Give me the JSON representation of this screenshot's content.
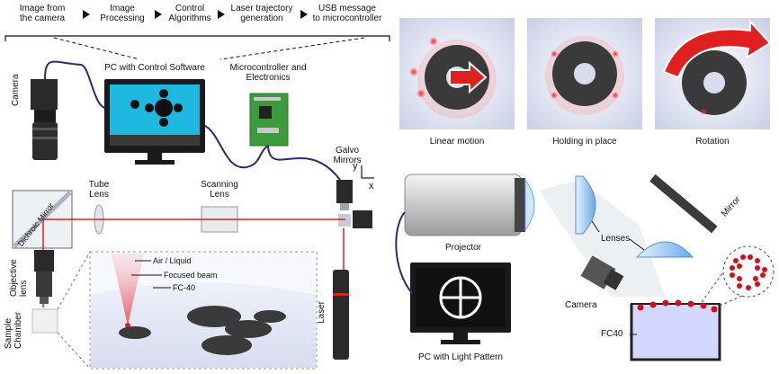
{
  "pipeline": {
    "steps": [
      {
        "l1": "Image from",
        "l2": "the camera"
      },
      {
        "l1": "Image",
        "l2": "Processing"
      },
      {
        "l1": "Control",
        "l2": "Algorithms"
      },
      {
        "l1": "Laser trajectory",
        "l2": "generation"
      },
      {
        "l1": "USB message",
        "l2": "to microcontroller"
      }
    ]
  },
  "left": {
    "pc_label": "PC with Control Software",
    "micro_label_1": "Microcontroller and",
    "micro_label_2": "Electronics",
    "camera": "Camera",
    "galvo_1": "Galvo",
    "galvo_2": "Mirrors",
    "axis_y": "y",
    "axis_x": "x",
    "tube_1": "Tube",
    "tube_2": "Lens",
    "scan_1": "Scanning",
    "scan_2": "Lens",
    "dichroic": "Dichroic Mirror",
    "objective": "Objective lens",
    "sample": "Sample Chamber",
    "laser": "Laser",
    "air": "Air / Liquid",
    "beam": "Focused beam",
    "fc40": "FC-40"
  },
  "right": {
    "linear": "Linear motion",
    "holding": "Holding in place",
    "rotation": "Rotation",
    "projector": "Projector",
    "pc_light": "PC with Light Pattern",
    "lenses": "Lenses",
    "mirror": "Mirror",
    "camera": "Camera",
    "fc40": "FC40"
  },
  "colors": {
    "laser": "#e02020",
    "gear": "#3a3a3a",
    "cable": "#2a2d6e",
    "pcb": "#3e9a3e"
  }
}
